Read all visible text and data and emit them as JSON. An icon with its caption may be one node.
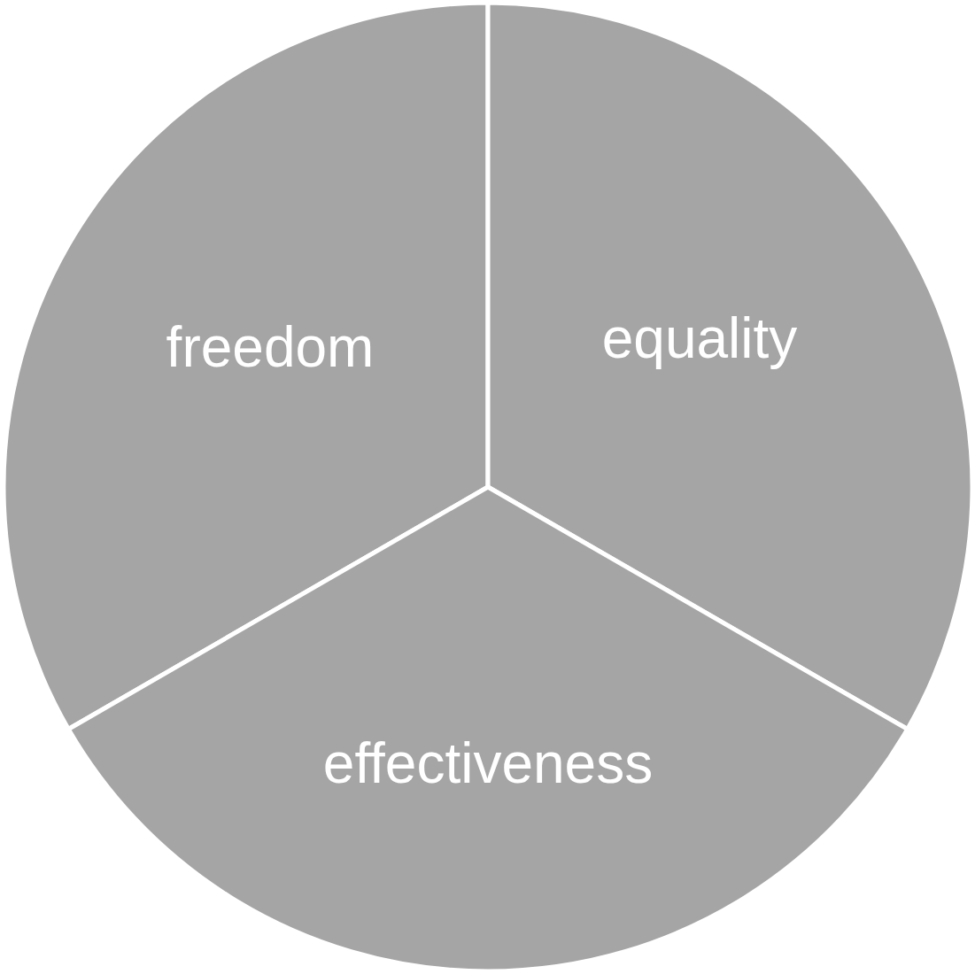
{
  "diagram": {
    "nodes": [
      {
        "text": [
          "freedom"
        ]
      },
      {
        "text": [
          "equality"
        ]
      },
      {
        "text": [
          "effectiveness"
        ]
      }
    ]
  }
}
